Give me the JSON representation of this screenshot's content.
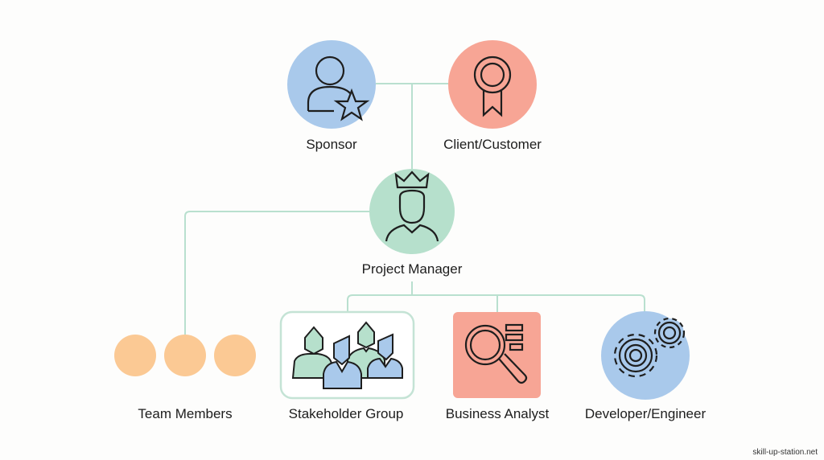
{
  "nodes": {
    "sponsor": {
      "label": "Sponsor",
      "icon": "person-star-icon",
      "color": "#a9c9eb"
    },
    "client": {
      "label": "Client/Customer",
      "icon": "award-ribbon-icon",
      "color": "#f7a595"
    },
    "project_manager": {
      "label": "Project Manager",
      "icon": "person-crown-icon",
      "color": "#b6e0cc"
    },
    "team_members": {
      "label": "Team Members",
      "icon": "circles-icon",
      "color": "#fbc994"
    },
    "stakeholder_group": {
      "label": "Stakeholder Group",
      "icon": "people-group-icon",
      "color": "#ffffff"
    },
    "business_analyst": {
      "label": "Business Analyst",
      "icon": "magnifier-list-icon",
      "color": "#f7a595"
    },
    "developer": {
      "label": "Developer/Engineer",
      "icon": "gears-icon",
      "color": "#a9c9eb"
    }
  },
  "connector_color": "#b9e0cf",
  "watermark": "skill-up-station.net"
}
